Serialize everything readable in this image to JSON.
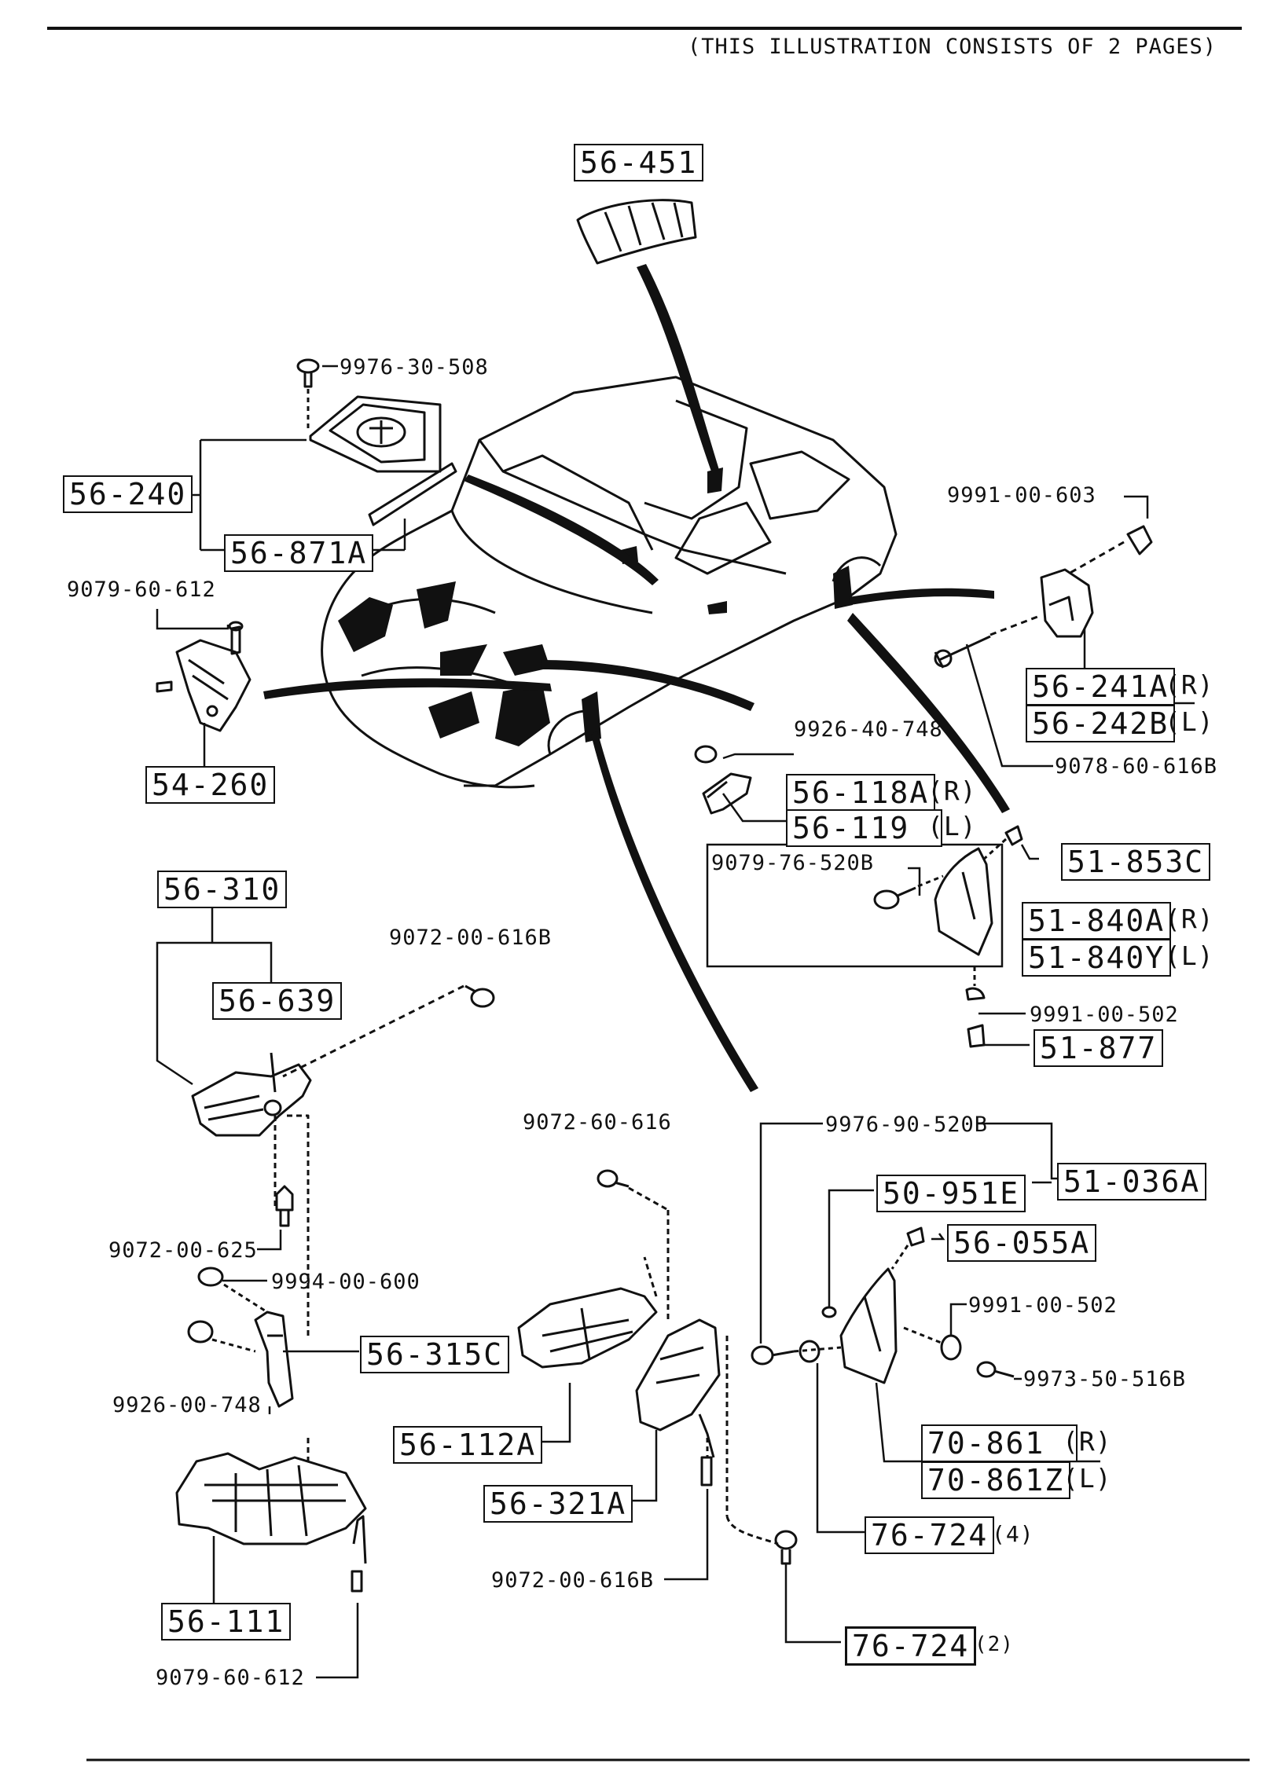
{
  "header": {
    "note": "(THIS ILLUSTRATION CONSISTS OF  2 PAGES)"
  },
  "labels": {
    "p56_451": "56-451",
    "p9976_30_508": "9976-30-508",
    "p56_240": "56-240",
    "p56_871A": "56-871A",
    "p9079_60_612_top": "9079-60-612",
    "p54_260": "54-260",
    "p9991_00_603": "9991-00-603",
    "p56_241A": "56-241A",
    "p56_242B": "56-242B",
    "p9078_60_616B": "9078-60-616B",
    "p9926_40_748": "9926-40-748",
    "p56_118A": "56-118A",
    "p56_119": "56-119",
    "p51_853C": "51-853C",
    "p9079_76_520B": "9079-76-520B",
    "p51_840A": "51-840A",
    "p51_840Y": "51-840Y",
    "p9991_00_502_a": "9991-00-502",
    "p51_877": "51-877",
    "p56_310": "56-310",
    "p56_639": "56-639",
    "p9072_00_616B_top": "9072-00-616B",
    "p9072_00_625": "9072-00-625",
    "p9994_00_600": "9994-00-600",
    "p56_315C": "56-315C",
    "p9926_00_748": "9926-00-748",
    "p56_111": "56-111",
    "p9079_60_612_bot": "9079-60-612",
    "p9072_60_616": "9072-60-616",
    "p56_112A": "56-112A",
    "p56_321A": "56-321A",
    "p9072_00_616B_bot": "9072-00-616B",
    "p9976_90_520B": "9976-90-520B",
    "p51_036A": "51-036A",
    "p50_951E": "50-951E",
    "p56_055A": "56-055A",
    "p9991_00_502_b": "9991-00-502",
    "p9973_50_516B": "9973-50-516B",
    "p70_861": "70-861",
    "p70_861Z": "70-861Z",
    "p76_724_a": "76-724",
    "p76_724_b": "76-724"
  },
  "sides": {
    "right": "(R)",
    "left": "(L)"
  },
  "quantities": {
    "q4": "(4)",
    "q2": "(2)"
  }
}
